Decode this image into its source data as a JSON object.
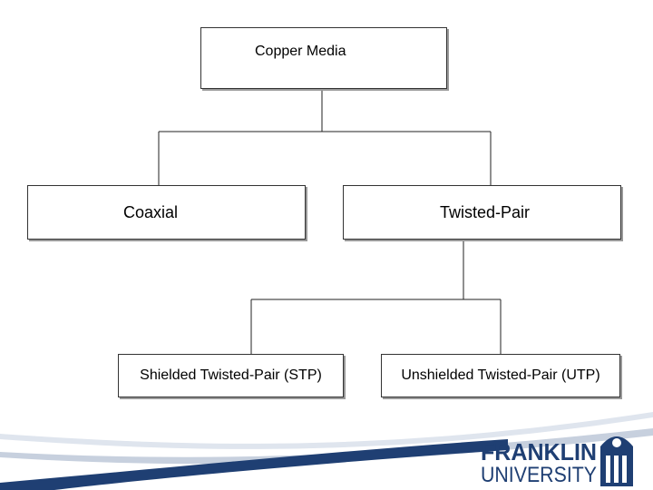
{
  "diagram": {
    "root": {
      "label": "Copper Media"
    },
    "children": [
      {
        "label": "Coaxial"
      },
      {
        "label": "Twisted-Pair",
        "children": [
          {
            "label": "Shielded Twisted-Pair (STP)"
          },
          {
            "label": "Unshielded Twisted-Pair (UTP)"
          }
        ]
      }
    ]
  },
  "branding": {
    "logo_line1": "FRANKLIN",
    "logo_line2": "UNIVERSITY",
    "logo_color": "#1f3f73"
  }
}
